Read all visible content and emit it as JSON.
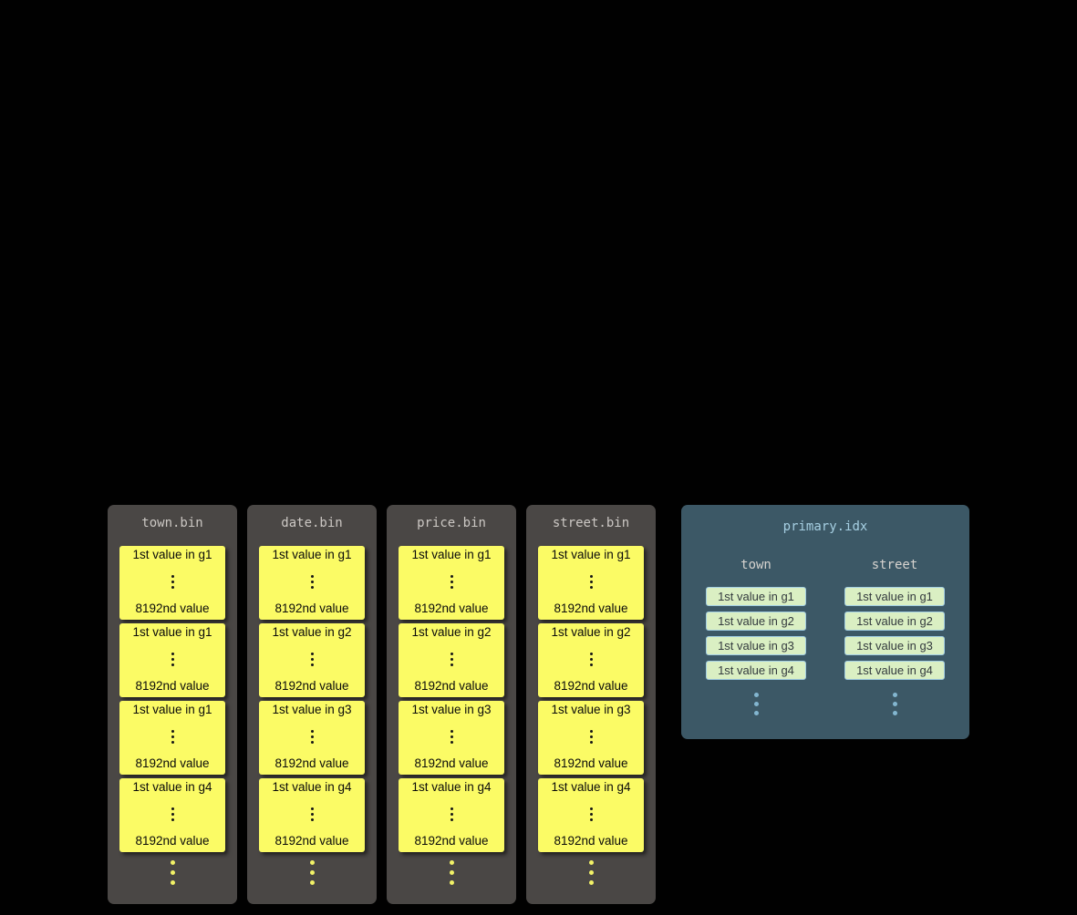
{
  "bin_files": [
    {
      "title": "town.bin",
      "granules": [
        {
          "first": "1st value in g1",
          "last": "8192nd value"
        },
        {
          "first": "1st value in g1",
          "last": "8192nd value"
        },
        {
          "first": "1st value in g1",
          "last": "8192nd value"
        },
        {
          "first": "1st value in g4",
          "last": "8192nd value"
        }
      ]
    },
    {
      "title": "date.bin",
      "granules": [
        {
          "first": "1st value in g1",
          "last": "8192nd value"
        },
        {
          "first": "1st value in g2",
          "last": "8192nd value"
        },
        {
          "first": "1st value in g3",
          "last": "8192nd value"
        },
        {
          "first": "1st value in g4",
          "last": "8192nd value"
        }
      ]
    },
    {
      "title": "price.bin",
      "granules": [
        {
          "first": "1st value in g1",
          "last": "8192nd value"
        },
        {
          "first": "1st value in g2",
          "last": "8192nd value"
        },
        {
          "first": "1st value in g3",
          "last": "8192nd value"
        },
        {
          "first": "1st value in g4",
          "last": "8192nd value"
        }
      ]
    },
    {
      "title": "street.bin",
      "granules": [
        {
          "first": "1st value in g1",
          "last": "8192nd value"
        },
        {
          "first": "1st value in g2",
          "last": "8192nd value"
        },
        {
          "first": "1st value in g3",
          "last": "8192nd value"
        },
        {
          "first": "1st value in g4",
          "last": "8192nd value"
        }
      ]
    }
  ],
  "index_file": {
    "title": "primary.idx",
    "columns": [
      {
        "header": "town",
        "entries": [
          "1st value in g1",
          "1st value in g2",
          "1st value in g3",
          "1st value in g4"
        ]
      },
      {
        "header": "street",
        "entries": [
          "1st value in g1",
          "1st value in g2",
          "1st value in g3",
          "1st value in g4"
        ]
      }
    ]
  },
  "colors": {
    "background": "#000000",
    "bin_panel": "#4a4745",
    "bin_title_text": "#ccc8c4",
    "granule_card": "#fbfb65",
    "granule_text": "#0a0a0a",
    "ellipsis_yellow": "#f2f267",
    "index_panel": "#3c5866",
    "index_title_text": "#a6cfe2",
    "index_header_text": "#d6d3cf",
    "index_chip_bg": "#daefc3",
    "index_chip_border": "#a3cee2",
    "index_chip_text": "#333a3e",
    "ellipsis_blue": "#83b6d0"
  }
}
